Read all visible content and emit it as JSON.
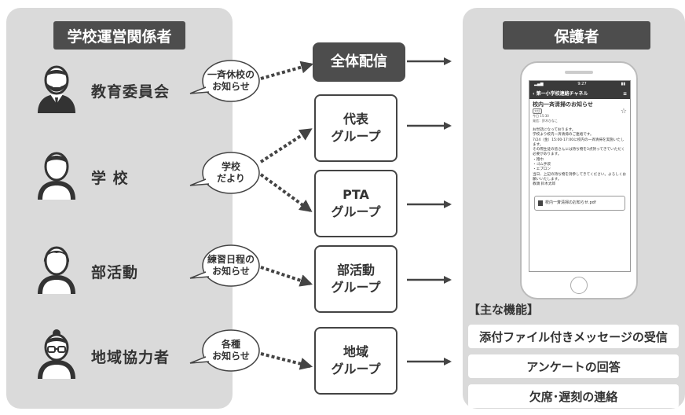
{
  "left_panel": {
    "title": "学校運営関係者"
  },
  "right_panel": {
    "title": "保護者"
  },
  "actors": [
    {
      "name": "教育委員会",
      "icon": "bearded-man-icon"
    },
    {
      "name": "学 校",
      "icon": "man-icon"
    },
    {
      "name": "部活動",
      "icon": "woman-icon"
    },
    {
      "name": "地域協力者",
      "icon": "glasses-woman-icon"
    }
  ],
  "bubbles": [
    "一斉休校の\nお知らせ",
    "学校\nだより",
    "練習日程の\nお知らせ",
    "各種\nお知らせ"
  ],
  "groups": [
    "全体配信",
    "代表\nグループ",
    "PTA\nグループ",
    "部活動\nグループ",
    "地域\nグループ"
  ],
  "phone": {
    "time": "9:27",
    "channel": "第一小学校連絡チャネル",
    "message_title": "校内一斉清掃のお知らせ",
    "badge": "大切",
    "date": "今日 15:30",
    "sender": "発信：鈴木ひなこ",
    "body": "お世話になっております。\n学校より校内一斉清掃のご連絡です。\n7/24（金）15:00-17:00に校内の一斉清掃を実施いたします。\nその際生徒の皆さんには持ち物を3点持ってきていただく必要があります。\n・雑巾\n・ゴム手袋\n・エプロン\n当日、上記の持ち物を持参してきてください。よろしくお願いいたします。\n教頭 鈴木太郎",
    "attachment": "校内一斉清掃のお知らせ.pdf"
  },
  "features": {
    "heading": "【主な機能】",
    "items": [
      "添付ファイル付きメッセージの受信",
      "アンケートの回答",
      "欠席･遅刻の連絡"
    ]
  }
}
